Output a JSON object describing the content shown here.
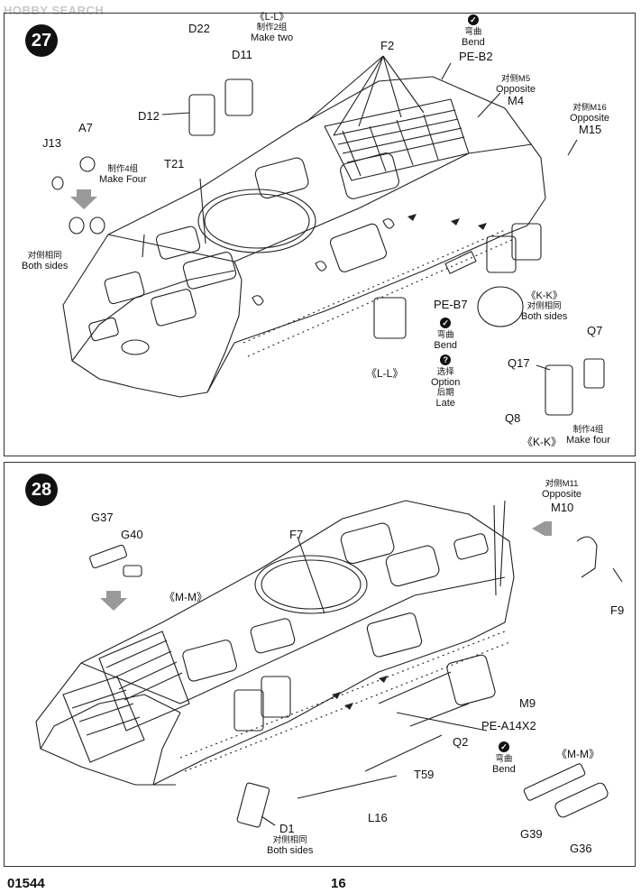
{
  "watermark": "HOBBY SEARCH",
  "footer": {
    "code": "01544",
    "page": "16"
  },
  "step27": {
    "number": "27",
    "labels": {
      "d22": "D22",
      "d11": "D11",
      "d12": "D12",
      "a7": "A7",
      "j13": "J13",
      "t21": "T21",
      "f2": "F2",
      "peb2": "PE-B2",
      "m4": "M4",
      "m15": "M15",
      "peb7": "PE-B7",
      "q7": "Q7",
      "q17": "Q17",
      "q8": "Q8"
    },
    "ll_top": {
      "title": "《L-L》",
      "cn": "制作2组",
      "en": "Make two"
    },
    "bend_top": {
      "cn": "弯曲",
      "en": "Bend"
    },
    "opp_m5": {
      "cn": "对侧M5",
      "en": "Opposite"
    },
    "opp_m16": {
      "cn": "对侧M16",
      "en": "Opposite"
    },
    "make_four_left": {
      "cn": "制作4组",
      "en": "Make Four"
    },
    "both_sides_left": {
      "cn": "对侧相同",
      "en": "Both sides"
    },
    "kk_mid": {
      "title": "《K-K》",
      "cn": "对侧相同",
      "en": "Both sides"
    },
    "ll_bottom": {
      "title": "《L-L》"
    },
    "peb7_note": {
      "bend_cn": "弯曲",
      "bend_en": "Bend",
      "opt_cn": "选择",
      "opt_en": "Option",
      "late_cn": "后期",
      "late_en": "Late"
    },
    "kk_bottom": {
      "title": "《K-K》",
      "cn": "制作4组",
      "en": "Make four"
    }
  },
  "step28": {
    "number": "28",
    "labels": {
      "g37": "G37",
      "g40": "G40",
      "f7": "F7",
      "m10": "M10",
      "f9": "F9",
      "m9": "M9",
      "pea14": "PE-A14X2",
      "q2": "Q2",
      "t59": "T59",
      "l16": "L16",
      "d1": "D1",
      "g39": "G39",
      "g36": "G36"
    },
    "mm_left": {
      "title": "《M-M》"
    },
    "mm_right": {
      "title": "《M-M》"
    },
    "opp_m11": {
      "cn": "对侧M11",
      "en": "Opposite"
    },
    "bend": {
      "cn": "弯曲",
      "en": "Bend"
    },
    "both_sides": {
      "cn": "对侧相同",
      "en": "Both sides"
    }
  }
}
